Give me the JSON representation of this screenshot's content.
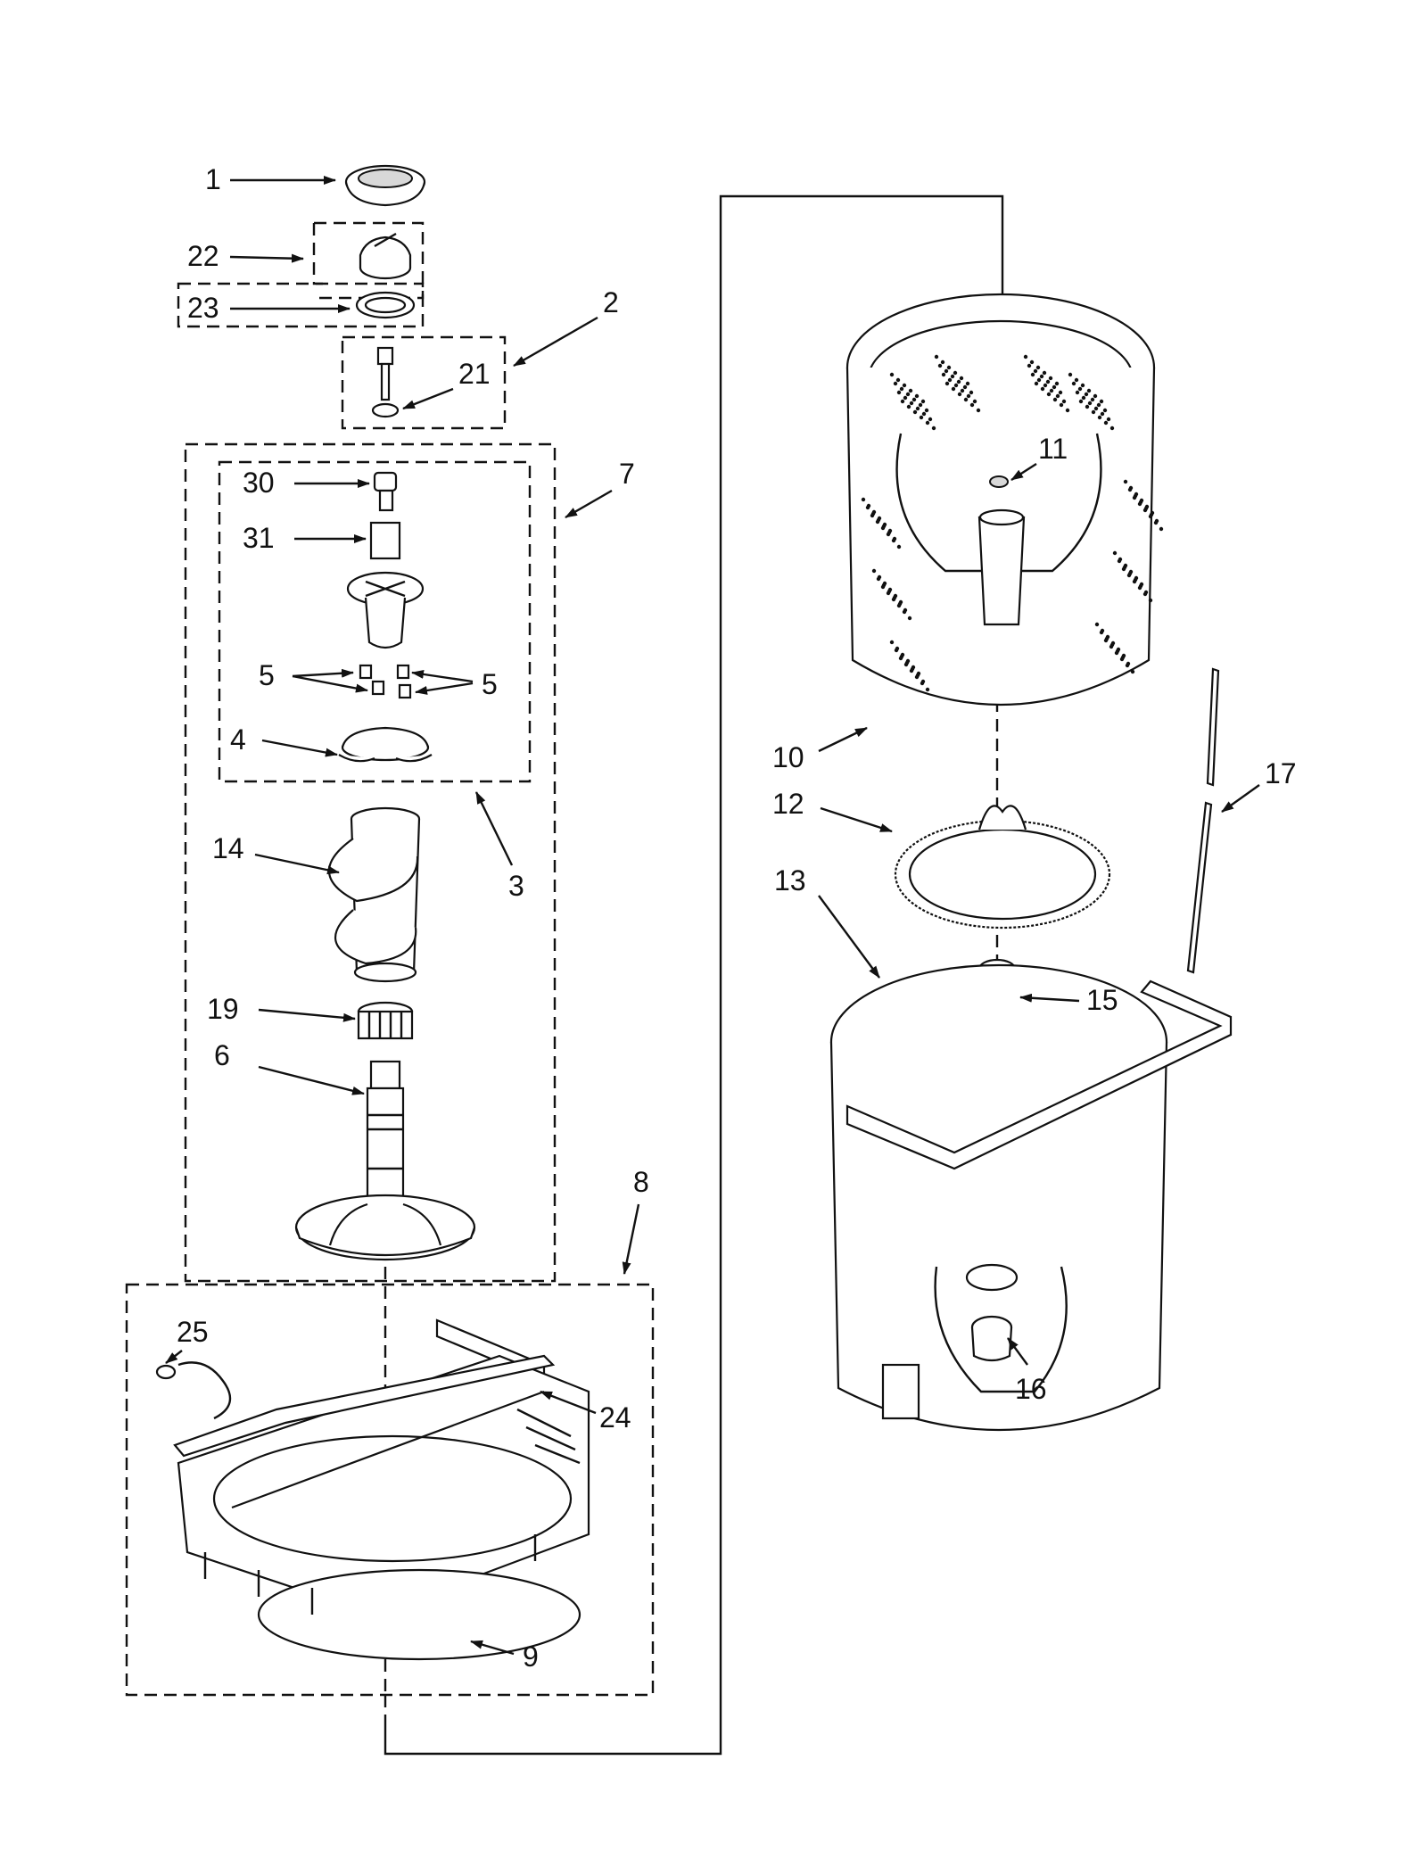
{
  "diagram": {
    "callouts": {
      "c1": "1",
      "c2": "2",
      "c3": "3",
      "c4": "4",
      "c5a": "5",
      "c5b": "5",
      "c6": "6",
      "c7": "7",
      "c8": "8",
      "c9": "9",
      "c10": "10",
      "c11": "11",
      "c12": "12",
      "c13": "13",
      "c14": "14",
      "c15": "15",
      "c16": "16",
      "c17": "17",
      "c19": "19",
      "c21": "21",
      "c22": "22",
      "c23": "23",
      "c24": "24",
      "c25": "25",
      "c30": "30",
      "c31": "31"
    }
  }
}
